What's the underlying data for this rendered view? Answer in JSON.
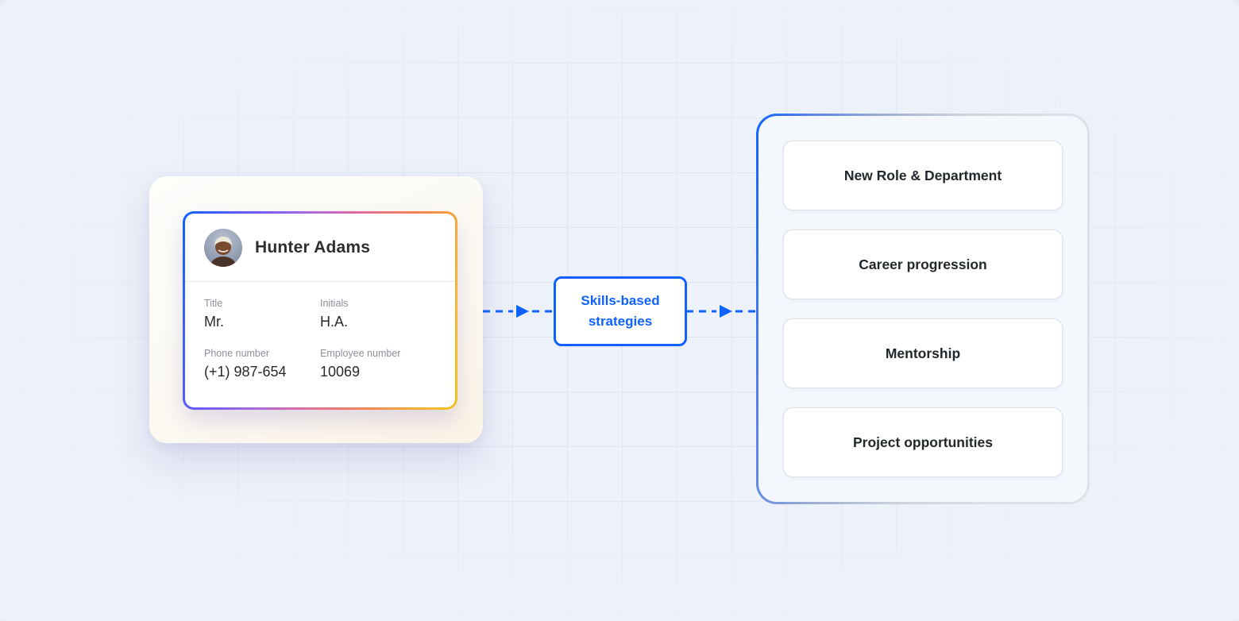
{
  "theme": {
    "background": "#edf1f9",
    "accent_blue": "#0f62fe",
    "card_gradient_colors": [
      "#0f62fe",
      "#a66ae0",
      "#e06aa8",
      "#f1c21b"
    ]
  },
  "profile_card": {
    "name": "Hunter Adams",
    "avatar": "man-with-white-cap-photo",
    "fields": [
      {
        "label": "Title",
        "value": "Mr."
      },
      {
        "label": "Initials",
        "value": "H.A."
      },
      {
        "label": "Phone number",
        "value": "(+1) 987-654"
      },
      {
        "label": "Employee number",
        "value": "10069"
      }
    ]
  },
  "flow": {
    "center_node": {
      "label": "Skills-based strategies"
    },
    "arrow_style": "dashed-blue-right"
  },
  "outcomes": {
    "items": [
      {
        "label": "New Role & Department"
      },
      {
        "label": "Career progression"
      },
      {
        "label": "Mentorship"
      },
      {
        "label": "Project opportunities"
      }
    ]
  }
}
